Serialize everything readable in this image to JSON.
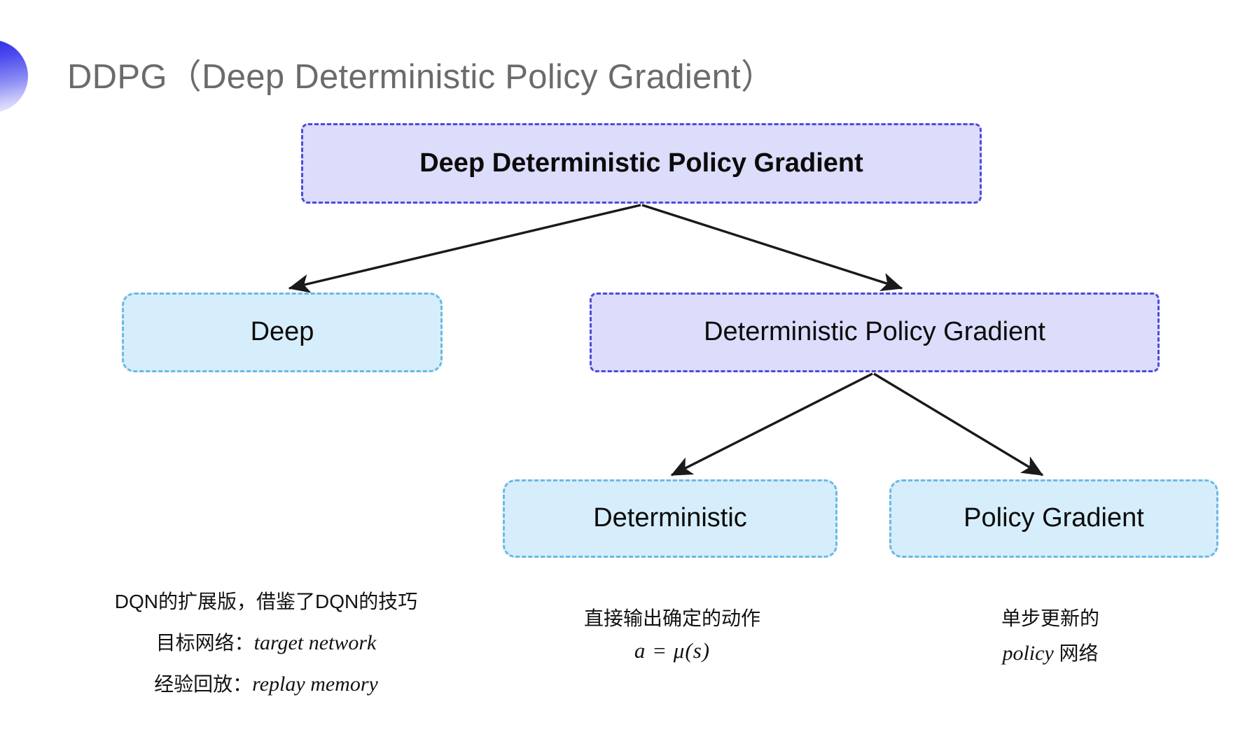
{
  "slide": {
    "title": "DDPG（Deep Deterministic Policy Gradient）",
    "accent_icon": "half-circle-gradient-accent",
    "background_color": "#ffffff",
    "title_color": "#6b6b6b"
  },
  "diagram": {
    "type": "tree",
    "colors": {
      "purple_fill": "#dcdcfb",
      "purple_border": "#4b4bdd",
      "blue_fill": "#d6eefb",
      "blue_border": "#6cb8e4",
      "arrow": "#1a1a1a"
    },
    "nodes": {
      "root": "Deep Deterministic Policy Gradient",
      "deep": "Deep",
      "dpg": "Deterministic Policy Gradient",
      "deterministic": "Deterministic",
      "policy_gradient": "Policy Gradient"
    }
  },
  "captions": {
    "deep": {
      "line1": "DQN的扩展版，借鉴了DQN的技巧",
      "line2_label": "目标网络：",
      "line2_term": "target network",
      "line3_label": "经验回放：",
      "line3_term": "replay memory"
    },
    "deterministic": {
      "line1": "直接输出确定的动作",
      "formula": "a = μ(s)"
    },
    "policy_gradient": {
      "line1": "单步更新的",
      "line2_term": "policy",
      "line2_suffix": " 网络"
    }
  }
}
